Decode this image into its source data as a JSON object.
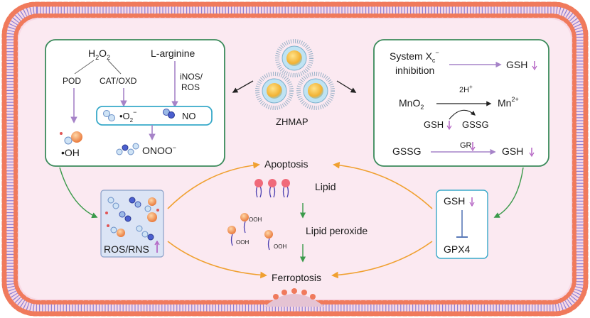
{
  "colors": {
    "membrane_head": "#f07a5c",
    "membrane_tail": "#8e7fd6",
    "cell_fill": "#fbe9f1",
    "box_border": "#3a8a5a",
    "inner_box_border": "#38a9c9",
    "orange_arrow": "#f0a030",
    "green_arrow": "#3a9a4a",
    "purple_arrow": "#a683c8",
    "down_arrow_accent": "#b05bc0"
  },
  "center": {
    "label": "ZHMAP"
  },
  "left_box": {
    "h2o2": [
      "H",
      "2",
      "O",
      "2"
    ],
    "l_arginine": "L-arginine",
    "pod": "POD",
    "cat_oxd": "CAT/OXD",
    "inos_ros": [
      "iNOS/",
      "ROS"
    ],
    "superoxide": [
      "•O",
      "2",
      "−"
    ],
    "no": "NO",
    "hydroxyl": "•OH",
    "peroxynitrite": [
      "ONOO",
      "−"
    ]
  },
  "right_box": {
    "system_xc": [
      "System X",
      "c",
      "−"
    ],
    "inhibition": "inhibition",
    "gsh_1": "GSH",
    "mno2": [
      "MnO",
      "2"
    ],
    "h_plus": [
      "2H",
      "+"
    ],
    "mn2": [
      "Mn",
      "2+"
    ],
    "gsh_2": "GSH",
    "gssg_1": "GSSG",
    "gssg_2": "GSSG",
    "gr": "GR",
    "gsh_3": "GSH"
  },
  "bottom": {
    "apoptosis": "Apoptosis",
    "lipid": "Lipid",
    "lipid_peroxide": "Lipid peroxide",
    "ferroptosis": "Ferroptosis",
    "ros_rns": "ROS/RNS",
    "gsh": "GSH",
    "gpx4": "GPX4",
    "ooh": "OOH"
  }
}
